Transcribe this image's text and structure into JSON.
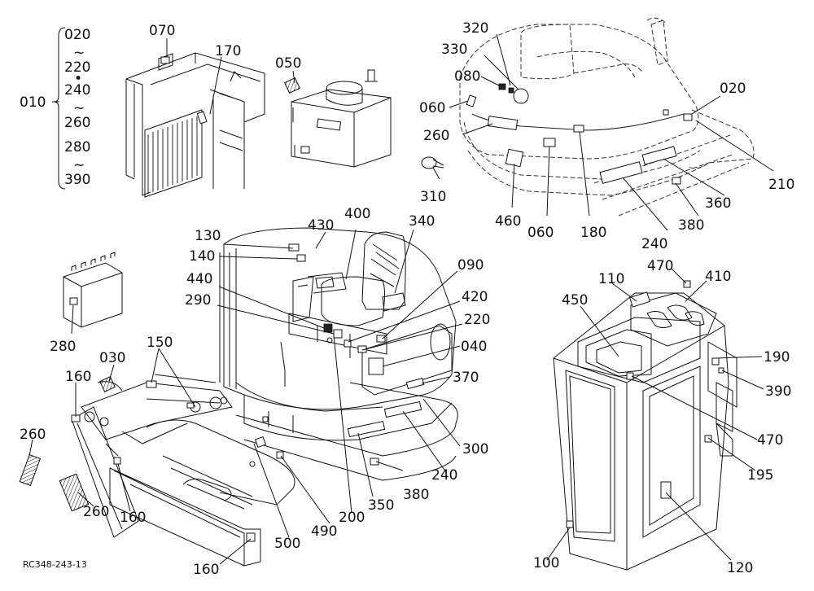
{
  "drawing_code": "RC348-243-13",
  "brace_group": {
    "group_label": "010",
    "ranges": [
      {
        "from": "020",
        "to": "220",
        "joiner": "~",
        "dot": "•"
      },
      {
        "from": "240",
        "to": "260",
        "joiner": "~"
      },
      {
        "from": "280",
        "to": "390",
        "joiner": "~"
      }
    ]
  },
  "callouts": [
    "070",
    "170",
    "050",
    "320",
    "330",
    "080",
    "060",
    "260",
    "310",
    "460",
    "060",
    "180",
    "020",
    "210",
    "360",
    "380",
    "240",
    "430",
    "400",
    "340",
    "130",
    "140",
    "440",
    "290",
    "090",
    "420",
    "220",
    "040",
    "370",
    "300",
    "240",
    "380",
    "350",
    "200",
    "490",
    "500",
    "280",
    "030",
    "150",
    "160",
    "260",
    "260",
    "160",
    "160",
    "110",
    "470",
    "410",
    "450",
    "190",
    "390",
    "470",
    "195",
    "120",
    "100"
  ],
  "colors": {
    "ink": "#111111",
    "paper": "#ffffff"
  }
}
